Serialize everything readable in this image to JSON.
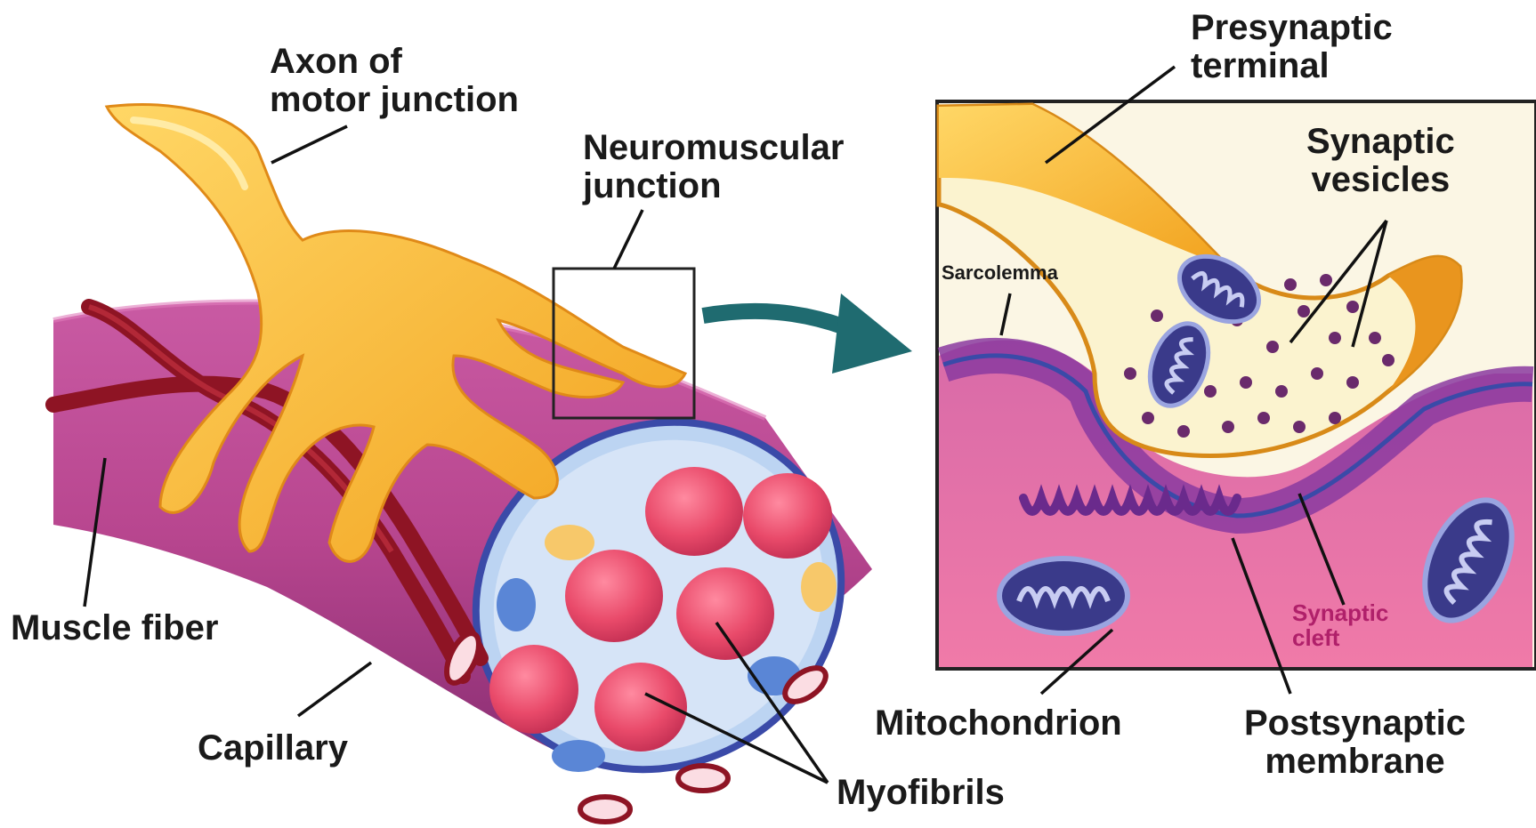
{
  "labels": {
    "axon_line1": "Axon of",
    "axon_line2": "motor junction",
    "nmj_line1": "Neuromuscular",
    "nmj_line2": "junction",
    "muscle_fiber": "Muscle fiber",
    "capillary": "Capillary",
    "myofibrils": "Myofibrils",
    "presynaptic_line1": "Presynaptic",
    "presynaptic_line2": "terminal",
    "vesicles_line1": "Synaptic",
    "vesicles_line2": "vesicles",
    "sarcolemma": "Sarcolemma",
    "cleft_line1": "Synaptic",
    "cleft_line2": "cleft",
    "mitochondrion": "Mitochondrion",
    "postsynaptic_line1": "Postsynaptic",
    "postsynaptic_line2": "membrane"
  },
  "colors": {
    "axon": "#f7b62e",
    "axon_highlight": "#ffe08a",
    "muscle": "#b8468f",
    "muscle_dark": "#7a2667",
    "capillary": "#8e1424",
    "myofibril": "#e94a6a",
    "membrane_blue": "#3a4aa8",
    "terminal_fill": "#fbf3cf",
    "cleft": "#8a3aa0",
    "arrow": "#1f6b70"
  },
  "icons": {
    "arrow": "curved-arrow-icon"
  }
}
